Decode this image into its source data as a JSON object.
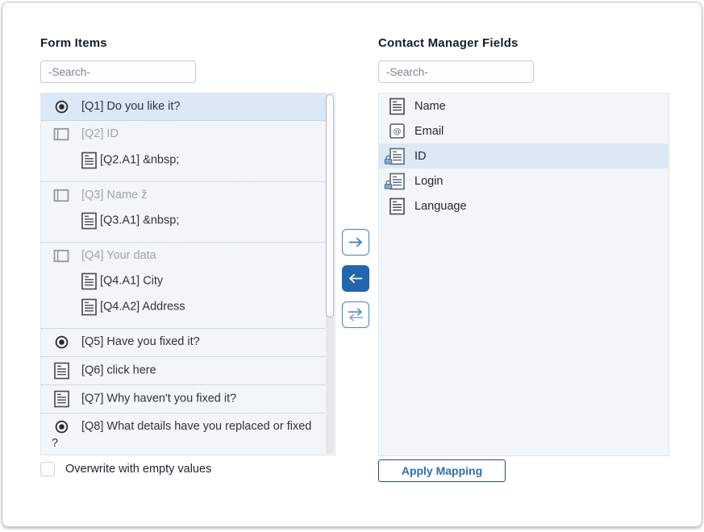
{
  "colors": {
    "accent_blue": "#2365ae",
    "outline_blue": "#4c82b7",
    "selection_bg": "#dbe9f6",
    "list_bg": "#f3f6f9",
    "muted_text": "#9da5ad",
    "dark_text": "#2d3339",
    "separator_dotted": "#a9c0d6",
    "apply_text": "#2f6fad",
    "apply_border": "#2c4a66"
  },
  "left_panel": {
    "title": "Form Items",
    "search_placeholder": "-Search-",
    "items": [
      {
        "icon": "radio",
        "label": "[Q1] Do you like it?",
        "selected": true,
        "sep_after": true
      },
      {
        "icon": "matrix",
        "label": "[Q2] ID",
        "muted": true
      },
      {
        "icon": "doc",
        "label": "[Q2.A1] &nbsp;",
        "sub": true,
        "sep_after": true,
        "pad_bottom": true
      },
      {
        "icon": "matrix",
        "label": "[Q3] Name ž",
        "muted": true
      },
      {
        "icon": "doc",
        "label": "[Q3.A1] &nbsp;",
        "sub": true,
        "sep_after": true,
        "pad_bottom": true
      },
      {
        "icon": "matrix",
        "label": "[Q4] Your data",
        "muted": true
      },
      {
        "icon": "doc",
        "label": "[Q4.A1] City",
        "sub": true
      },
      {
        "icon": "doc",
        "label": "[Q4.A2] Address",
        "sub": true,
        "sep_after": true,
        "pad_bottom": true
      },
      {
        "icon": "radio",
        "label": "[Q5] Have you fixed it?",
        "sep_after": true
      },
      {
        "icon": "doc",
        "label": "[Q6] click here",
        "sep_after": true
      },
      {
        "icon": "doc",
        "label": "[Q7] Why haven't you fixed it?",
        "sep_after": true
      },
      {
        "icon": "radio",
        "label": "[Q8] What details have you replaced or fixed ?",
        "sep_after": true
      }
    ],
    "overwrite_label": "Overwrite with empty values"
  },
  "transfer": {
    "buttons": [
      {
        "icon": "arrow-right",
        "active": false
      },
      {
        "icon": "arrow-left",
        "active": true
      },
      {
        "icon": "swap-arrows",
        "active": false
      }
    ]
  },
  "right_panel": {
    "title": "Contact Manager Fields",
    "search_placeholder": "-Search-",
    "items": [
      {
        "icon": "doc",
        "label": "Name"
      },
      {
        "icon": "email",
        "label": "Email"
      },
      {
        "icon": "doc-lock",
        "label": "ID",
        "selected": true
      },
      {
        "icon": "doc-lock",
        "label": "Login"
      },
      {
        "icon": "doc",
        "label": "Language"
      }
    ],
    "apply_label": "Apply Mapping"
  }
}
